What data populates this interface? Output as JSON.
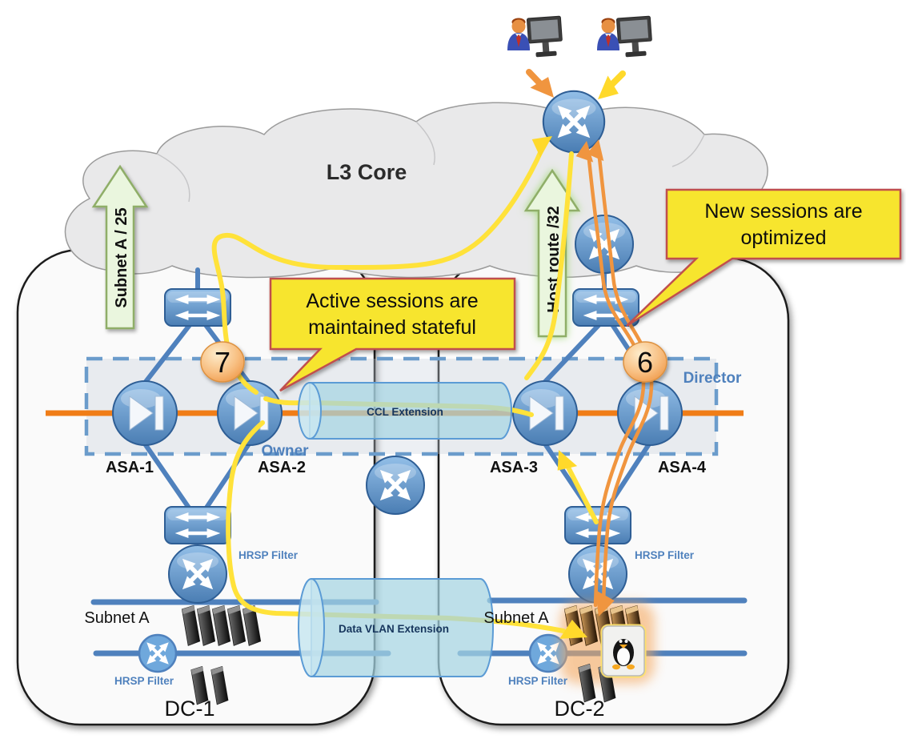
{
  "cloud": {
    "label": "L3 Core"
  },
  "route_advertisements": {
    "left": "Subnet A / 25",
    "right": "Host route /32"
  },
  "callouts": {
    "active_sessions": {
      "line1": "Active sessions are",
      "line2": "maintained stateful"
    },
    "new_sessions": {
      "line1": "New sessions are",
      "line2": "optimized"
    }
  },
  "step_badges": {
    "owner": "7",
    "director": "6"
  },
  "cluster": {
    "owner_label": "Owner",
    "director_label": "Director",
    "firewalls": [
      "ASA-1",
      "ASA-2",
      "ASA-3",
      "ASA-4"
    ]
  },
  "extensions": {
    "ccl": "CCL Extension",
    "data_vlan": "Data VLAN Extension"
  },
  "gateway": {
    "hsrp_filter": "HRSP Filter"
  },
  "subnets": {
    "bus_label": "Subnet A"
  },
  "datacenters": {
    "left": "DC-1",
    "right": "DC-2"
  },
  "colors": {
    "callout_fill": "#f7e52f",
    "callout_border": "#c0504d",
    "flow_yellow": "#ffe23a",
    "flow_orange": "#f0953f",
    "cluster_link_orange": "#f07d17",
    "network_blue": "#4f81bd",
    "icon_blue": "#5b9bd5",
    "green_arrow_fill": "#eaf6de",
    "badge_orange": "#f5a860"
  }
}
